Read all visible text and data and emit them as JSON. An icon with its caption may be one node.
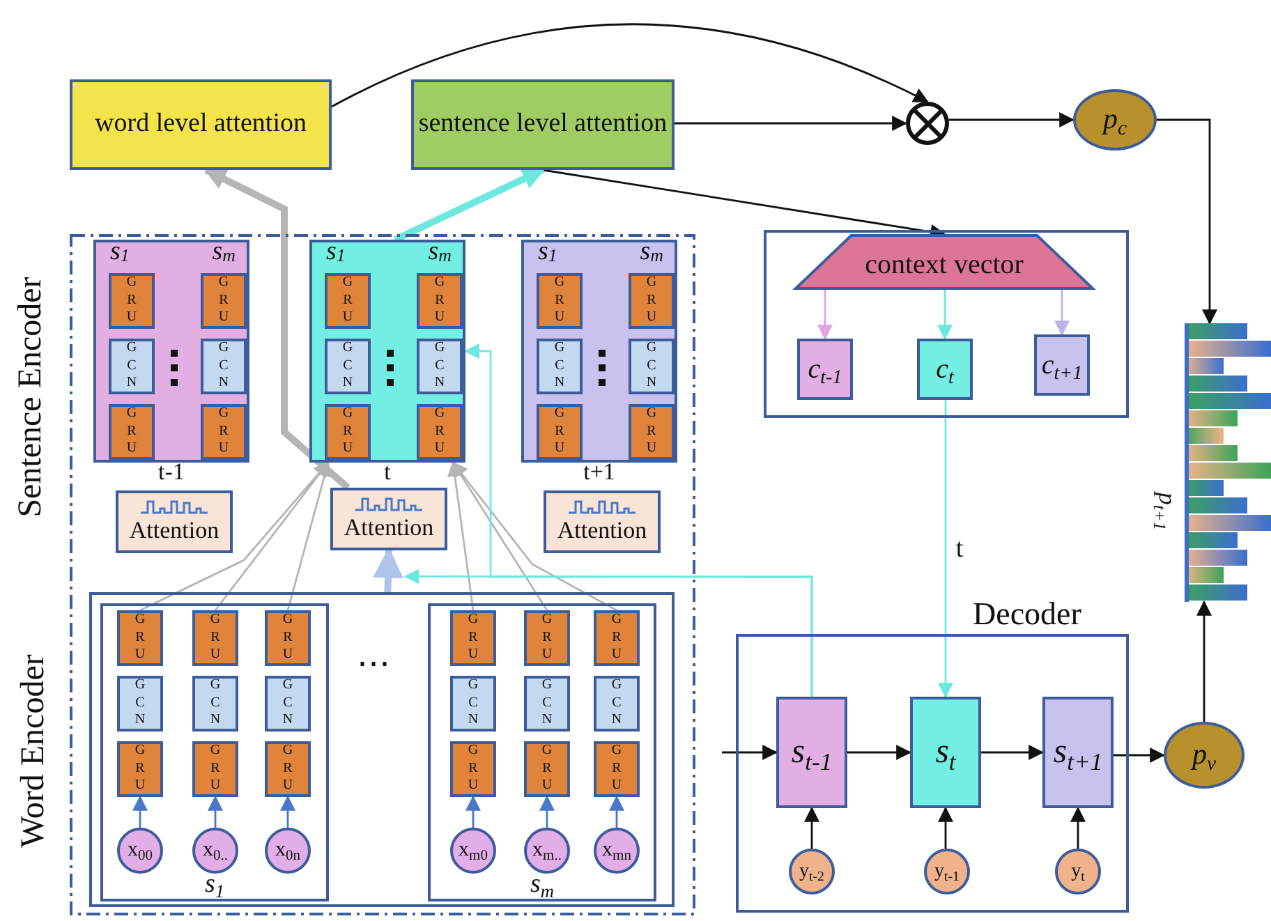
{
  "diagram": {
    "nodes": [
      {
        "text": [
          "word level attention"
        ]
      },
      {
        "text": [
          "sentence level attention"
        ]
      },
      {
        "text": [],
        "shape": "circle"
      },
      {
        "text": [
          "p$_{c}$"
        ]
      },
      {
        "text": [
          "Sentence Encoder"
        ]
      },
      {
        "text": [
          "s$_{1}$",
          "s$_{m}$"
        ],
        "beside": [
          "t-1"
        ],
        "in": 4
      },
      {
        "text": [
          "GRU"
        ],
        "in": 5
      },
      {
        "text": [
          "GRU"
        ],
        "in": 5
      },
      {
        "text": [
          "GCN"
        ],
        "in": 5
      },
      {
        "text": [
          "GCN"
        ],
        "in": 5
      },
      {
        "text": [
          "GRU"
        ],
        "in": 5
      },
      {
        "text": [
          "GRU"
        ],
        "in": 5
      },
      {
        "text": [
          "s$_{1}$",
          "s$_{m}$"
        ],
        "beside": [
          "t"
        ],
        "in": 4
      },
      {
        "text": [
          "GRU"
        ],
        "in": 12
      },
      {
        "text": [
          "GRU"
        ],
        "in": 12
      },
      {
        "text": [
          "GCN"
        ],
        "in": 12
      },
      {
        "text": [
          "GCN"
        ],
        "in": 12
      },
      {
        "text": [
          "GRU"
        ],
        "in": 12
      },
      {
        "text": [
          "GRU"
        ],
        "in": 12
      },
      {
        "text": [
          "s$_{1}$",
          "s$_{m}$"
        ],
        "beside": [
          "t+1"
        ],
        "in": 4
      },
      {
        "text": [
          "GRU"
        ],
        "in": 19
      },
      {
        "text": [
          "GRU"
        ],
        "in": 19
      },
      {
        "text": [
          "GCN"
        ],
        "in": 19
      },
      {
        "text": [
          "GCN"
        ],
        "in": 19
      },
      {
        "text": [
          "GRU"
        ],
        "in": 19
      },
      {
        "text": [
          "GRU"
        ],
        "in": 19
      },
      {
        "text": [
          "Attention"
        ],
        "in": 4
      },
      {
        "text": [
          "Attention"
        ],
        "in": 4
      },
      {
        "text": [
          "Attention"
        ],
        "in": 4
      },
      {
        "text": [
          "Word Encoder"
        ],
        "in": 4
      },
      {
        "text": [
          "s$_{1}$"
        ],
        "in": 29
      },
      {
        "text": [
          "GRU"
        ],
        "in": 30
      },
      {
        "text": [
          "GRU"
        ],
        "in": 30
      },
      {
        "text": [
          "GRU"
        ],
        "in": 30
      },
      {
        "text": [
          "GCN"
        ],
        "in": 30
      },
      {
        "text": [
          "GCN"
        ],
        "in": 30
      },
      {
        "text": [
          "GCN"
        ],
        "in": 30
      },
      {
        "text": [
          "GRU"
        ],
        "in": 30
      },
      {
        "text": [
          "GRU"
        ],
        "in": 30
      },
      {
        "text": [
          "GRU"
        ],
        "in": 30
      },
      {
        "text": [
          "x$_{00}$"
        ],
        "in": 30
      },
      {
        "text": [
          "x$_{0..}$"
        ],
        "in": 30
      },
      {
        "text": [
          "x$_{0n}$"
        ],
        "in": 30
      },
      {
        "text": [
          "s$_{m}$"
        ],
        "in": 29
      },
      {
        "text": [
          "GRU"
        ],
        "in": 43
      },
      {
        "text": [
          "GRU"
        ],
        "in": 43
      },
      {
        "text": [
          "GRU"
        ],
        "in": 43
      },
      {
        "text": [
          "GCN"
        ],
        "in": 43
      },
      {
        "text": [
          "GCN"
        ],
        "in": 43
      },
      {
        "text": [
          "GCN"
        ],
        "in": 43
      },
      {
        "text": [
          "GRU"
        ],
        "in": 43
      },
      {
        "text": [
          "GRU"
        ],
        "in": 43
      },
      {
        "text": [
          "GRU"
        ],
        "in": 43
      },
      {
        "text": [
          "x$_{m0}$"
        ],
        "in": 43
      },
      {
        "text": [
          "x$_{m..}$"
        ],
        "in": 43
      },
      {
        "text": [
          "x$_{mn}$"
        ],
        "in": 43
      },
      {
        "text": [],
        "shape": "box"
      },
      {
        "text": [
          "context vector"
        ],
        "in": 56
      },
      {
        "text": [
          "c$_{t-1}$"
        ],
        "in": 56
      },
      {
        "text": [
          "c$_{t}$"
        ],
        "in": 56
      },
      {
        "text": [
          "c$_{t+1}$"
        ],
        "in": 56
      },
      {
        "text": [
          "Decoder"
        ]
      },
      {
        "text": [
          "s$_{t-1}$"
        ],
        "in": 61
      },
      {
        "text": [
          "s$_{t}$"
        ],
        "in": 61
      },
      {
        "text": [
          "s$_{t+1}$"
        ],
        "in": 61
      },
      {
        "text": [
          "y$_{t-2}$"
        ],
        "in": 61
      },
      {
        "text": [
          "y$_{t-1}$"
        ],
        "in": 61
      },
      {
        "text": [
          "y$_{t}$"
        ],
        "in": 61
      },
      {
        "text": [
          "p$_{v}$"
        ]
      },
      {
        "text": [
          "p$_{t+1}$"
        ]
      }
    ],
    "edges": [
      {
        "from": 0,
        "to": 2,
        "arrow": "to"
      },
      {
        "from": 1,
        "to": 2,
        "arrow": "to"
      },
      {
        "from": 1,
        "to": 57,
        "arrow": "to"
      },
      {
        "from": 2,
        "to": 3,
        "arrow": "to"
      },
      {
        "from": 3,
        "to": 69,
        "arrow": "to"
      },
      {
        "from": 27,
        "to": 0,
        "arrow": "to",
        "style": "thick",
        "color": "#b5b5b5"
      },
      {
        "from": 12,
        "to": 1,
        "arrow": "to",
        "style": "thick",
        "color": "#6ce8de"
      },
      {
        "from": 31,
        "to": 12,
        "arrow": "to",
        "color": "#b5b5b5"
      },
      {
        "from": 32,
        "to": 12,
        "arrow": "to",
        "color": "#b5b5b5"
      },
      {
        "from": 33,
        "to": 12,
        "arrow": "to",
        "color": "#b5b5b5"
      },
      {
        "from": 44,
        "to": 12,
        "arrow": "to",
        "color": "#b5b5b5"
      },
      {
        "from": 45,
        "to": 12,
        "arrow": "to",
        "color": "#b5b5b5"
      },
      {
        "from": 46,
        "to": 12,
        "arrow": "to",
        "color": "#b5b5b5"
      },
      {
        "from": 29,
        "to": 27,
        "arrow": "to",
        "style": "thick",
        "color": "#aec4ea"
      },
      {
        "from": 57,
        "to": 58,
        "arrow": "to",
        "color": "#e0a3e3"
      },
      {
        "from": 57,
        "to": 59,
        "arrow": "to",
        "color": "#6ce8de"
      },
      {
        "from": 57,
        "to": 60,
        "arrow": "to",
        "color": "#bcb3ea"
      },
      {
        "from": 59,
        "to": 63,
        "arrow": "to",
        "label": "t",
        "color": "#6ce8de"
      },
      {
        "from": 62,
        "to": 29,
        "arrow": "to",
        "color": "#6ce8de"
      },
      {
        "from": 62,
        "to": 12,
        "arrow": "to",
        "color": "#6ce8de"
      },
      {
        "from": null,
        "to": 62,
        "arrow": "to"
      },
      {
        "from": 62,
        "to": 63,
        "arrow": "to"
      },
      {
        "from": 63,
        "to": 64,
        "arrow": "to"
      },
      {
        "from": 64,
        "to": 68,
        "arrow": "to"
      },
      {
        "from": 68,
        "to": 69,
        "arrow": "to"
      },
      {
        "from": 65,
        "to": 62,
        "arrow": "to"
      },
      {
        "from": 66,
        "to": 63,
        "arrow": "to"
      },
      {
        "from": 67,
        "to": 64,
        "arrow": "to"
      },
      {
        "from": 40,
        "to": 37,
        "arrow": "to",
        "color": "#4a78c8"
      },
      {
        "from": 41,
        "to": 38,
        "arrow": "to",
        "color": "#4a78c8"
      },
      {
        "from": 42,
        "to": 39,
        "arrow": "to",
        "color": "#4a78c8"
      },
      {
        "from": 53,
        "to": 50,
        "arrow": "to",
        "color": "#4a78c8"
      },
      {
        "from": 54,
        "to": 51,
        "arrow": "to",
        "color": "#4a78c8"
      },
      {
        "from": 55,
        "to": 52,
        "arrow": "to",
        "color": "#4a78c8"
      }
    ],
    "labels": [
      "⋯"
    ]
  }
}
